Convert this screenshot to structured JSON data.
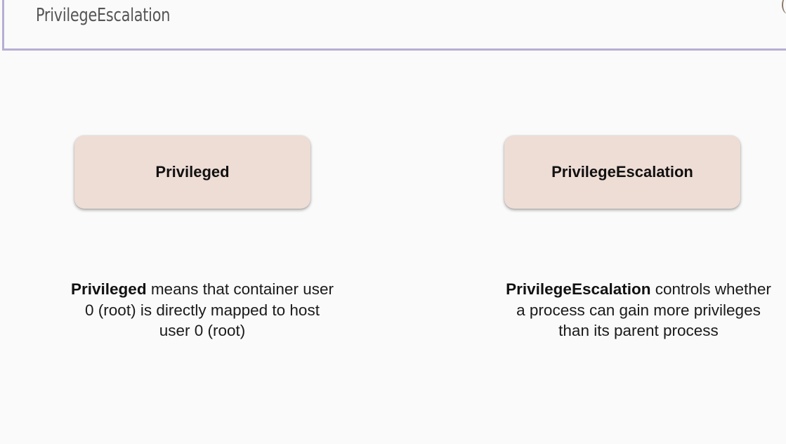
{
  "slide": {
    "title": "PrivilegeEscalation"
  },
  "cards": {
    "left": {
      "label": "Privileged"
    },
    "right": {
      "label": "PrivilegeEscalation"
    }
  },
  "descriptions": {
    "left": {
      "term": "Privileged",
      "line1_rest": " means that container user",
      "line2": "0 (root) is directly mapped to host",
      "line3": "user 0 (root)"
    },
    "right": {
      "term": "PrivilegeEscalation",
      "line1_rest": " controls whether",
      "line2": "a process can gain more privileges",
      "line3": "than its parent process"
    }
  }
}
